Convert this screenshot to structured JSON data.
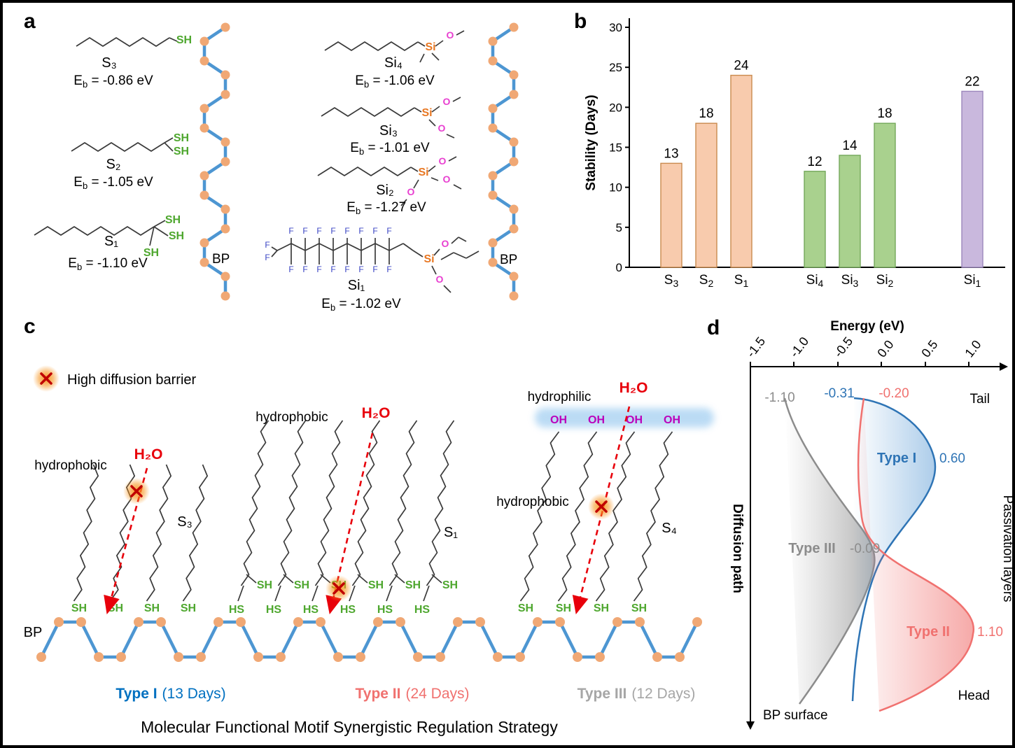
{
  "panel_labels": {
    "a": "a",
    "b": "b",
    "c": "c",
    "d": "d"
  },
  "panel_a": {
    "molecules": [
      {
        "name": "S₃",
        "eb_value": " = -0.86 eV"
      },
      {
        "name": "S₂",
        "eb_value": " = -1.05 eV"
      },
      {
        "name": "S₁",
        "eb_value": " = -1.10 eV"
      },
      {
        "name": "Si₄",
        "eb_value": " = -1.06 eV"
      },
      {
        "name": "Si₃",
        "eb_value": " = -1.01 eV"
      },
      {
        "name": "Si₂",
        "eb_value": " = -1.27 eV"
      },
      {
        "name": "Si₁",
        "eb_value": " = -1.02 eV"
      }
    ],
    "eb_symbol": "E",
    "eb_subscript": "b",
    "sh": "SH",
    "si": "Si",
    "o": "O",
    "f": "F",
    "bp_left": "BP",
    "bp_right": "BP",
    "colors": {
      "bp_bond": "#4d96d2",
      "bp_atom": "#f0a875",
      "sh_green": "#4ea72e",
      "si_orange": "#e87722",
      "o_pink": "#e83fd0",
      "f_blue": "#3a45c4"
    }
  },
  "chart_data": [
    {
      "type": "bar",
      "title": "",
      "ylabel": "Stability (Days)",
      "xlabel": "",
      "ylim": [
        0,
        30
      ],
      "yticks": [
        "0",
        "5",
        "10",
        "15",
        "20",
        "25",
        "30"
      ],
      "categories": [
        {
          "base": "S",
          "sub": "3"
        },
        {
          "base": "S",
          "sub": "2"
        },
        {
          "base": "S",
          "sub": "1"
        },
        {
          "base": "Si",
          "sub": "4"
        },
        {
          "base": "Si",
          "sub": "3"
        },
        {
          "base": "Si",
          "sub": "2"
        },
        {
          "base": "Si",
          "sub": "1"
        }
      ],
      "values": [
        13,
        18,
        24,
        12,
        14,
        18,
        22
      ],
      "value_labels": [
        "13",
        "18",
        "24",
        "12",
        "14",
        "18",
        "22"
      ],
      "bar_colors": [
        "#f8cbad",
        "#f8cbad",
        "#f8cbad",
        "#a9d18e",
        "#a9d18e",
        "#a9d18e",
        "#c9b8dd"
      ],
      "bar_edge_colors": [
        "#c98a4e",
        "#c98a4e",
        "#c98a4e",
        "#74a85b",
        "#74a85b",
        "#74a85b",
        "#9c87bc"
      ],
      "grid": false
    },
    {
      "type": "line",
      "title": "Energy (eV)",
      "x_ticks": [
        "-1.5",
        "-1.0",
        "-0.5",
        "0.0",
        "0.5",
        "1.0"
      ],
      "x_range": [
        -1.5,
        1.0
      ],
      "left_axis_label": "Diffusion path",
      "right_axis_label": "Passivation layers",
      "top_right_label": "Tail",
      "bottom_right_label": "Head",
      "bottom_left_label": "BP surface",
      "series": [
        {
          "name": "Type I",
          "color": "#2e74b5",
          "tail_energy": -0.31,
          "tail_label": "-0.31",
          "peak_energy": 0.6,
          "peak_label": "0.60"
        },
        {
          "name": "Type II",
          "color": "#f0716f",
          "tail_energy": -0.2,
          "tail_label": "-0.20",
          "peak_energy": 1.1,
          "peak_label": "1.10"
        },
        {
          "name": "Type III",
          "color": "#8c8c8c",
          "tail_energy": -1.1,
          "tail_label": "-1.10",
          "peak_energy": -0.09,
          "peak_label": "-0.09"
        }
      ]
    }
  ],
  "panel_c": {
    "legend_label": "High diffusion barrier",
    "hydrophobic": "hydrophobic",
    "hydrophilic": "hydrophilic",
    "water": "H₂O",
    "sh": "SH",
    "hs": "HS",
    "oh": "OH",
    "molecule_labels": [
      "S₃",
      "S₁",
      "S₄"
    ],
    "bp": "BP",
    "accent_red": "#e8000b",
    "types": [
      {
        "name": "Type I",
        "days": "(13 Days)",
        "color": "#0070c0"
      },
      {
        "name": "Type II",
        "days": "(24 Days)",
        "color": "#f0716f"
      },
      {
        "name": "Type III",
        "days": "(12 Days)",
        "color": "#a6a6a6"
      }
    ],
    "caption": "Molecular Functional Motif Synergistic Regulation Strategy"
  }
}
